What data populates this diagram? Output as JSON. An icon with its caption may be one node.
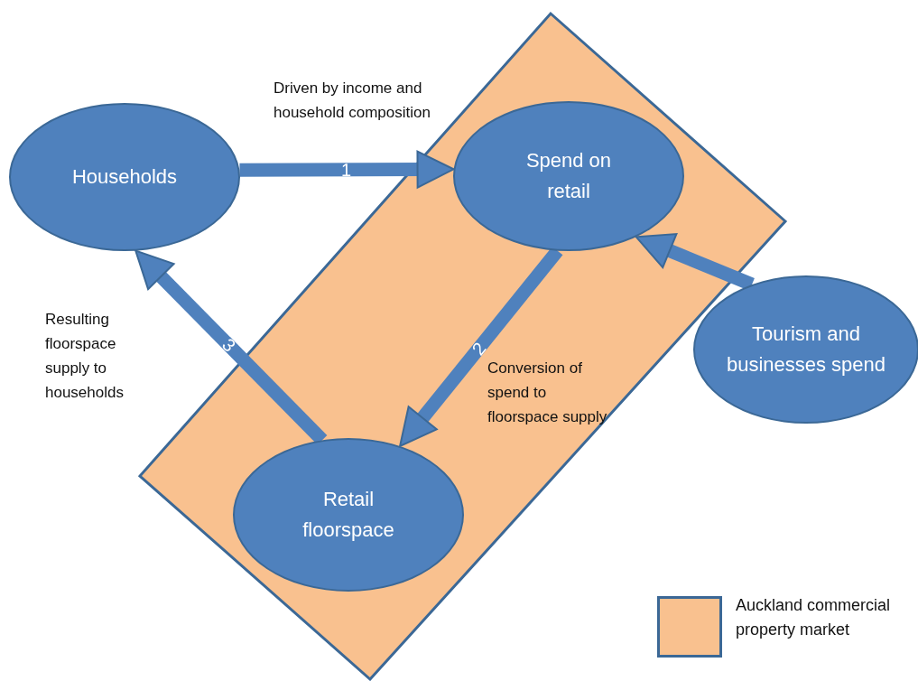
{
  "diagram": {
    "nodes": [
      {
        "text": [
          "Households"
        ]
      },
      {
        "text": [
          "Spend on retail"
        ]
      },
      {
        "text": [
          "Tourism and businesses spend"
        ]
      },
      {
        "text": [
          "Retail floorspace"
        ]
      }
    ],
    "edges": [
      {
        "from": 0,
        "to": 1,
        "arrow": "to",
        "label": "1"
      },
      {
        "from": 1,
        "to": 3,
        "arrow": "to",
        "label": "2"
      },
      {
        "from": 3,
        "to": 0,
        "arrow": "to",
        "label": "3"
      },
      {
        "from": 2,
        "to": 1,
        "arrow": "to"
      }
    ],
    "labels": [
      "Driven by income and household composition",
      "Resulting floorspace supply to households",
      "Conversion of spend to floorspace supply"
    ],
    "legend": [
      {
        "text": "Auckland commercial property market",
        "color": "#f9c18f"
      }
    ]
  }
}
